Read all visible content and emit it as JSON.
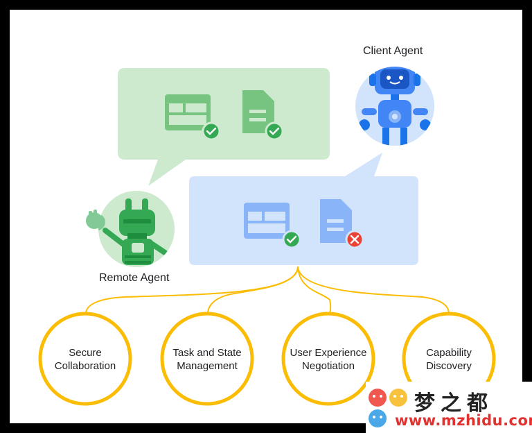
{
  "agents": {
    "client": {
      "label": "Client Agent"
    },
    "remote": {
      "label": "Remote Agent"
    }
  },
  "capabilities": [
    {
      "line1": "Secure",
      "line2": "Collaboration"
    },
    {
      "line1": "Task and State",
      "line2": "Management"
    },
    {
      "line1": "User Experience",
      "line2": "Negotiation"
    },
    {
      "line1": "Capability",
      "line2": "Discovery"
    }
  ],
  "icons": {
    "green_bubble": [
      "layout-icon",
      "check-icon",
      "document-icon",
      "check-icon"
    ],
    "blue_bubble": [
      "layout-icon",
      "check-icon",
      "document-icon",
      "error-x-icon"
    ]
  },
  "colors": {
    "green_bubble": "#cdeacf",
    "green_icon": "#76c47f",
    "green_check": "#34a853",
    "blue_bubble": "#d2e3fc",
    "blue_icon": "#8ab4f8",
    "error_red": "#ea4335",
    "connector": "#fbbc04"
  },
  "watermark": {
    "title": "梦之都",
    "url": "www.mzhidu.com"
  }
}
